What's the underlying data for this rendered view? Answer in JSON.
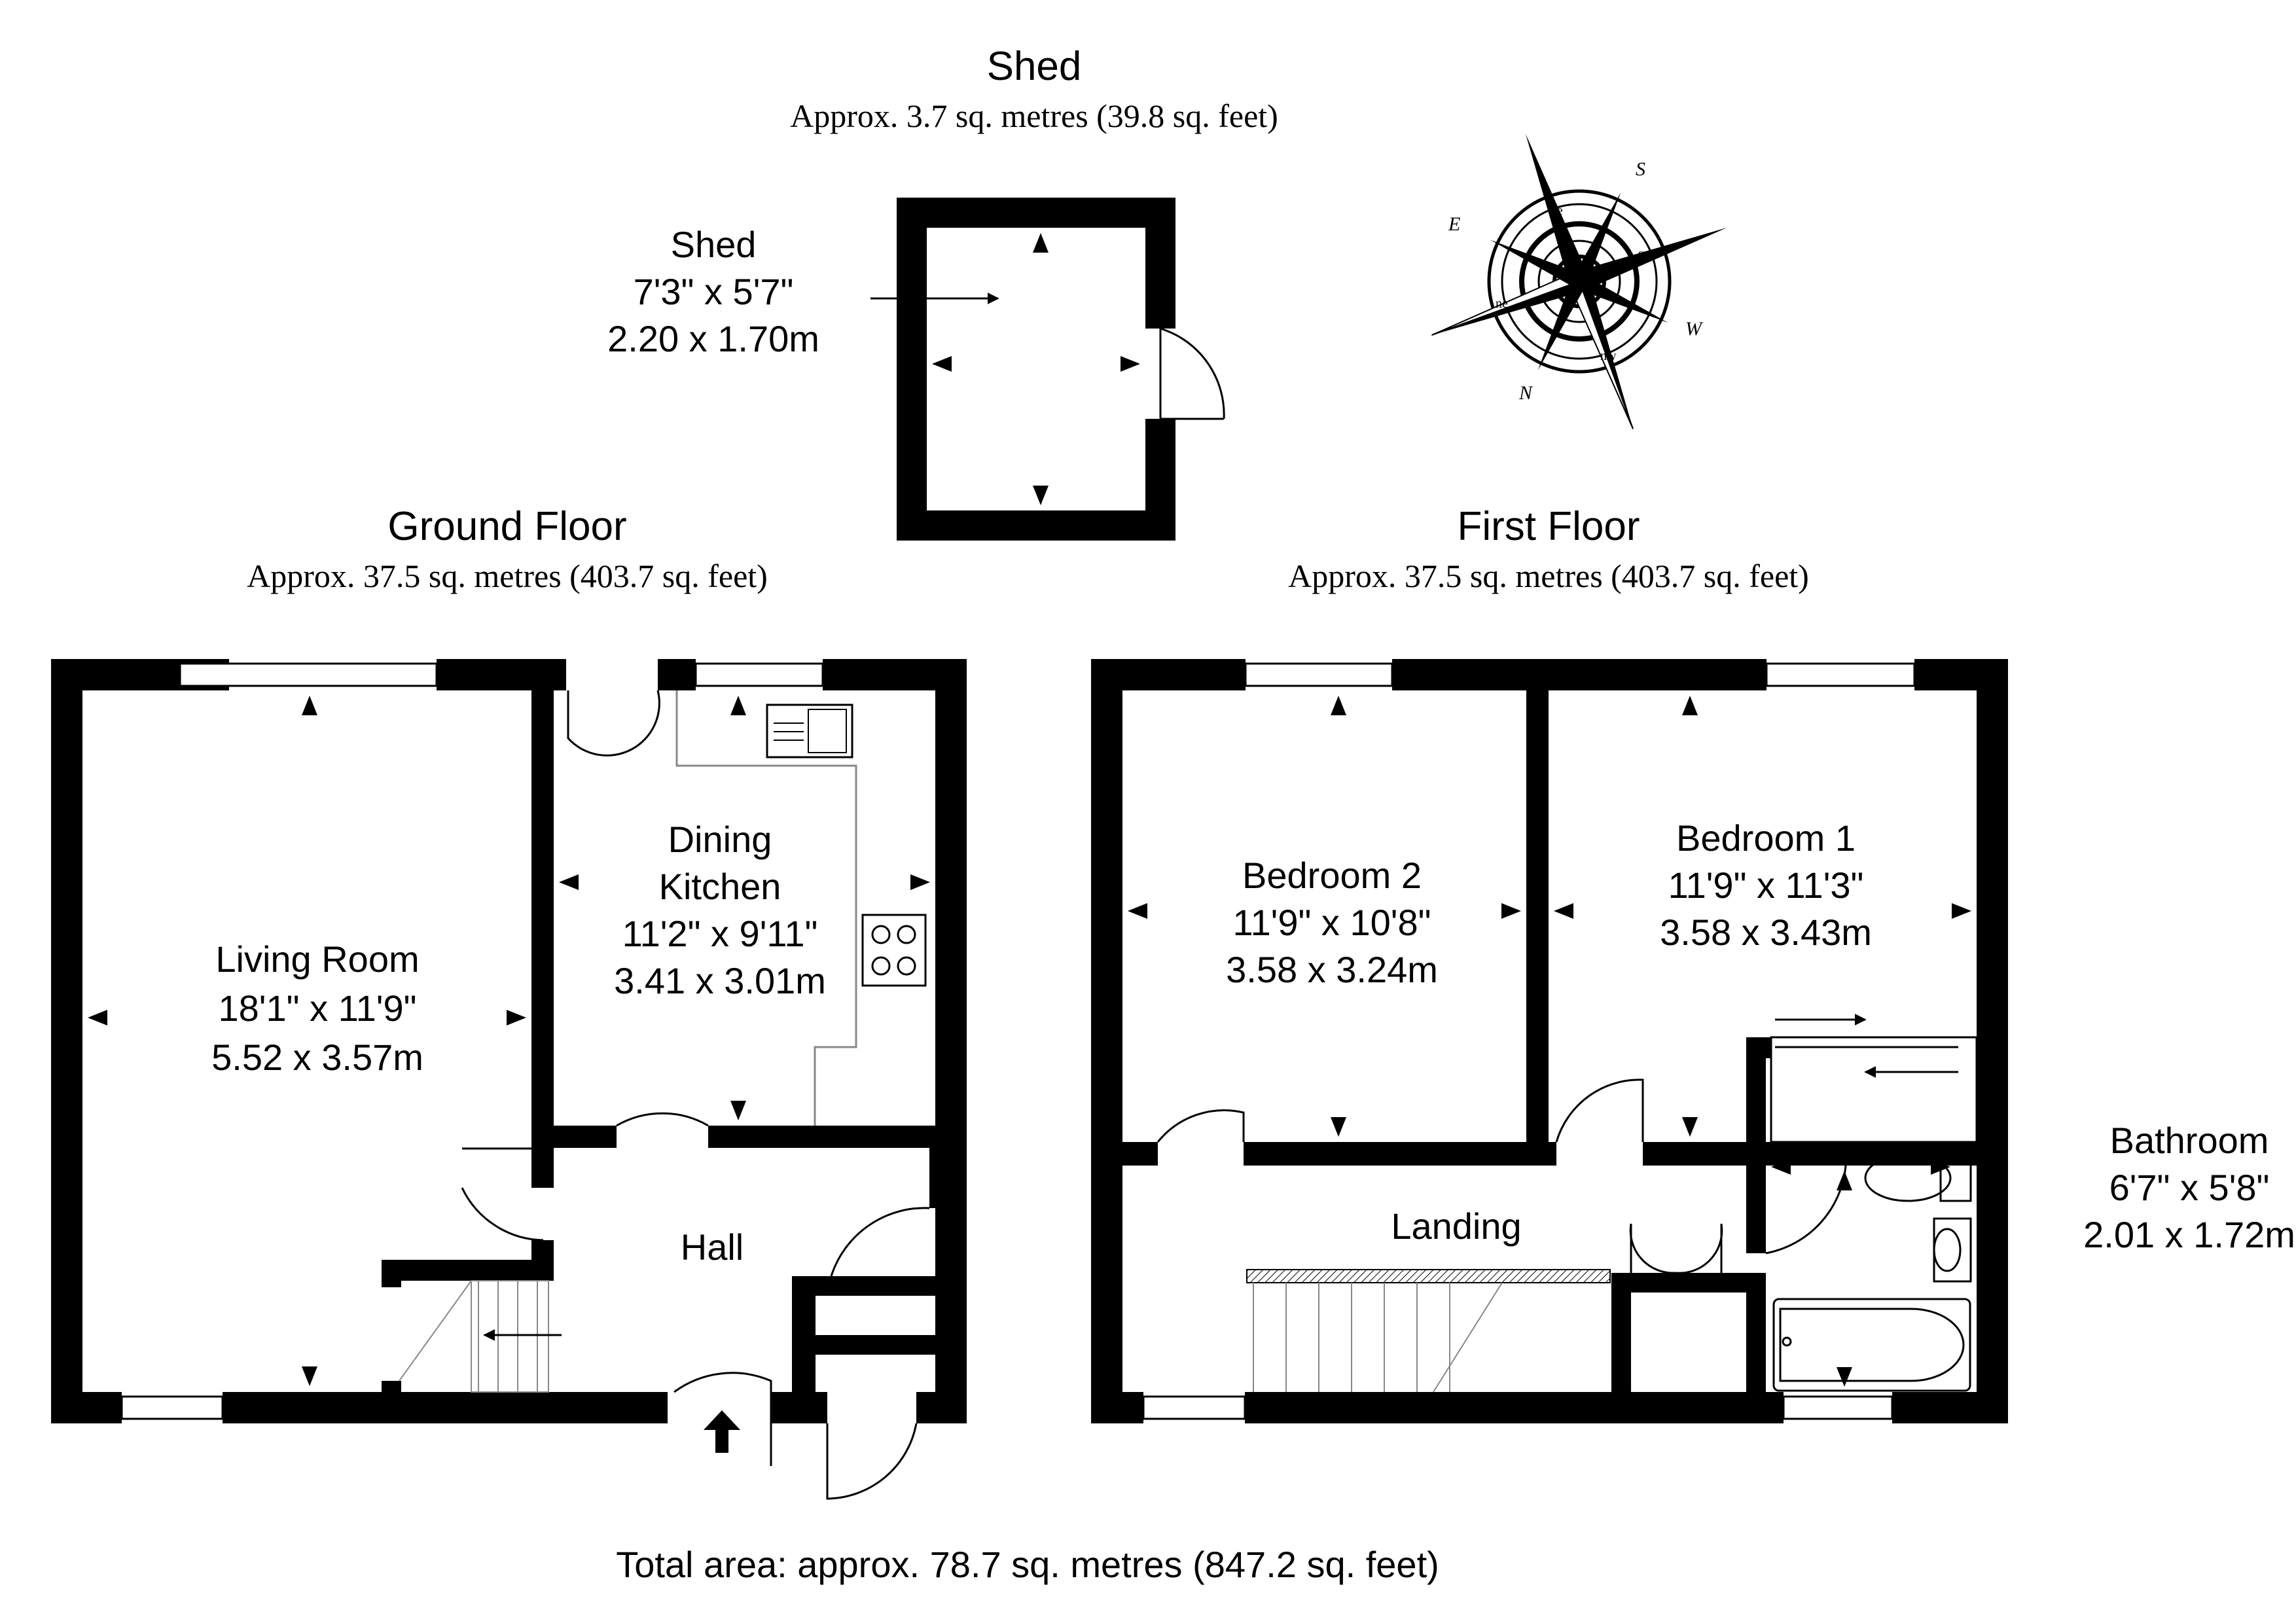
{
  "shed": {
    "title": "Shed",
    "area": "Approx. 3.7 sq. metres (39.8 sq. feet)",
    "room": {
      "name": "Shed",
      "dim_imperial": "7'3\" x 5'7\"",
      "dim_metric": "2.20 x 1.70m"
    }
  },
  "ground_floor": {
    "title": "Ground Floor",
    "area": "Approx. 37.5 sq. metres (403.7 sq. feet)",
    "living_room": {
      "name": "Living Room",
      "dim_imperial": "18'1\" x 11'9\"",
      "dim_metric": "5.52 x 3.57m"
    },
    "dining_kitchen": {
      "name_line1": "Dining",
      "name_line2": "Kitchen",
      "dim_imperial": "11'2\" x 9'11\"",
      "dim_metric": "3.41 x 3.01m"
    },
    "hall": {
      "name": "Hall"
    }
  },
  "first_floor": {
    "title": "First Floor",
    "area": "Approx. 37.5 sq. metres (403.7 sq. feet)",
    "bedroom_2": {
      "name": "Bedroom 2",
      "dim_imperial": "11'9\" x 10'8\"",
      "dim_metric": "3.58 x 3.24m"
    },
    "bedroom_1": {
      "name": "Bedroom 1",
      "dim_imperial": "11'9\" x 11'3\"",
      "dim_metric": "3.58 x 3.43m"
    },
    "landing": {
      "name": "Landing"
    },
    "bathroom": {
      "name": "Bathroom",
      "dim_imperial": "6'7\" x 5'8\"",
      "dim_metric": "2.01 x 1.72m"
    }
  },
  "compass": {
    "icon": "compass-rose-icon",
    "labels": {
      "n": "N",
      "s": "S",
      "e": "E",
      "w": "W",
      "ne": "ne",
      "nw": "nw",
      "se": "se",
      "sw": "sw"
    }
  },
  "total_area": "Total area: approx. 78.7 sq. metres (847.2 sq. feet)"
}
